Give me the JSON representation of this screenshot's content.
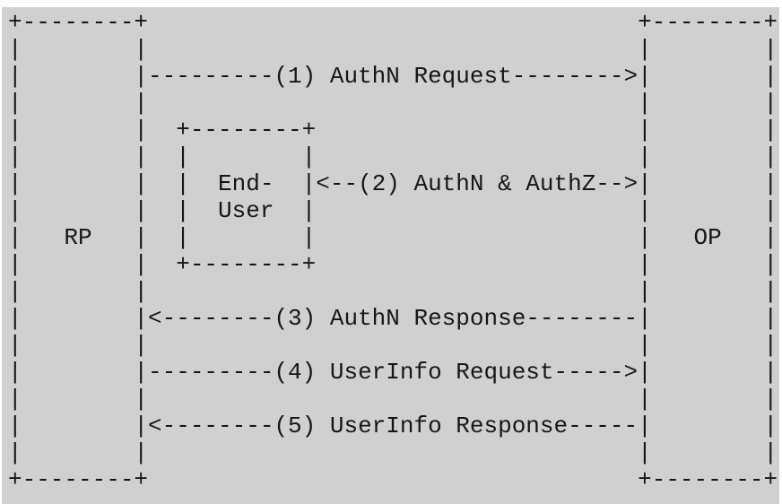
{
  "colors": {
    "panel_background": "#d0d0d0",
    "text": "#161616",
    "page_background": "#ffffff"
  },
  "diagram": {
    "type": "ascii-protocol-flow",
    "entities": [
      {
        "label": "RP"
      },
      {
        "label": "End-User"
      },
      {
        "label": "OP"
      }
    ],
    "steps": [
      {
        "num": 1,
        "label": "(1) AuthN Request",
        "direction": "RP to OP"
      },
      {
        "num": 2,
        "label": "(2) AuthN & AuthZ",
        "direction": "End-User and OP bidirectional"
      },
      {
        "num": 3,
        "label": "(3) AuthN Response",
        "direction": "OP to RP"
      },
      {
        "num": 4,
        "label": "(4) UserInfo Request",
        "direction": "RP to OP"
      },
      {
        "num": 5,
        "label": "(5) UserInfo Response",
        "direction": "OP to RP"
      }
    ],
    "lines": [
      "+--------+                                   +--------+",
      "|        |                                   |        |",
      "|        |---------(1) AuthN Request-------->|        |",
      "|        |                                   |        |",
      "|        |  +--------+                       |        |",
      "|        |  |        |                       |        |",
      "|        |  |  End-  |<--(2) AuthN & AuthZ-->|        |",
      "|        |  |  User  |                       |        |",
      "|   RP   |  |        |                       |   OP   |",
      "|        |  +--------+                       |        |",
      "|        |                                   |        |",
      "|        |<--------(3) AuthN Response--------|        |",
      "|        |                                   |        |",
      "|        |---------(4) UserInfo Request----->|        |",
      "|        |                                   |        |",
      "|        |<--------(5) UserInfo Response-----|        |",
      "|        |                                   |        |",
      "+--------+                                   +--------+"
    ]
  }
}
